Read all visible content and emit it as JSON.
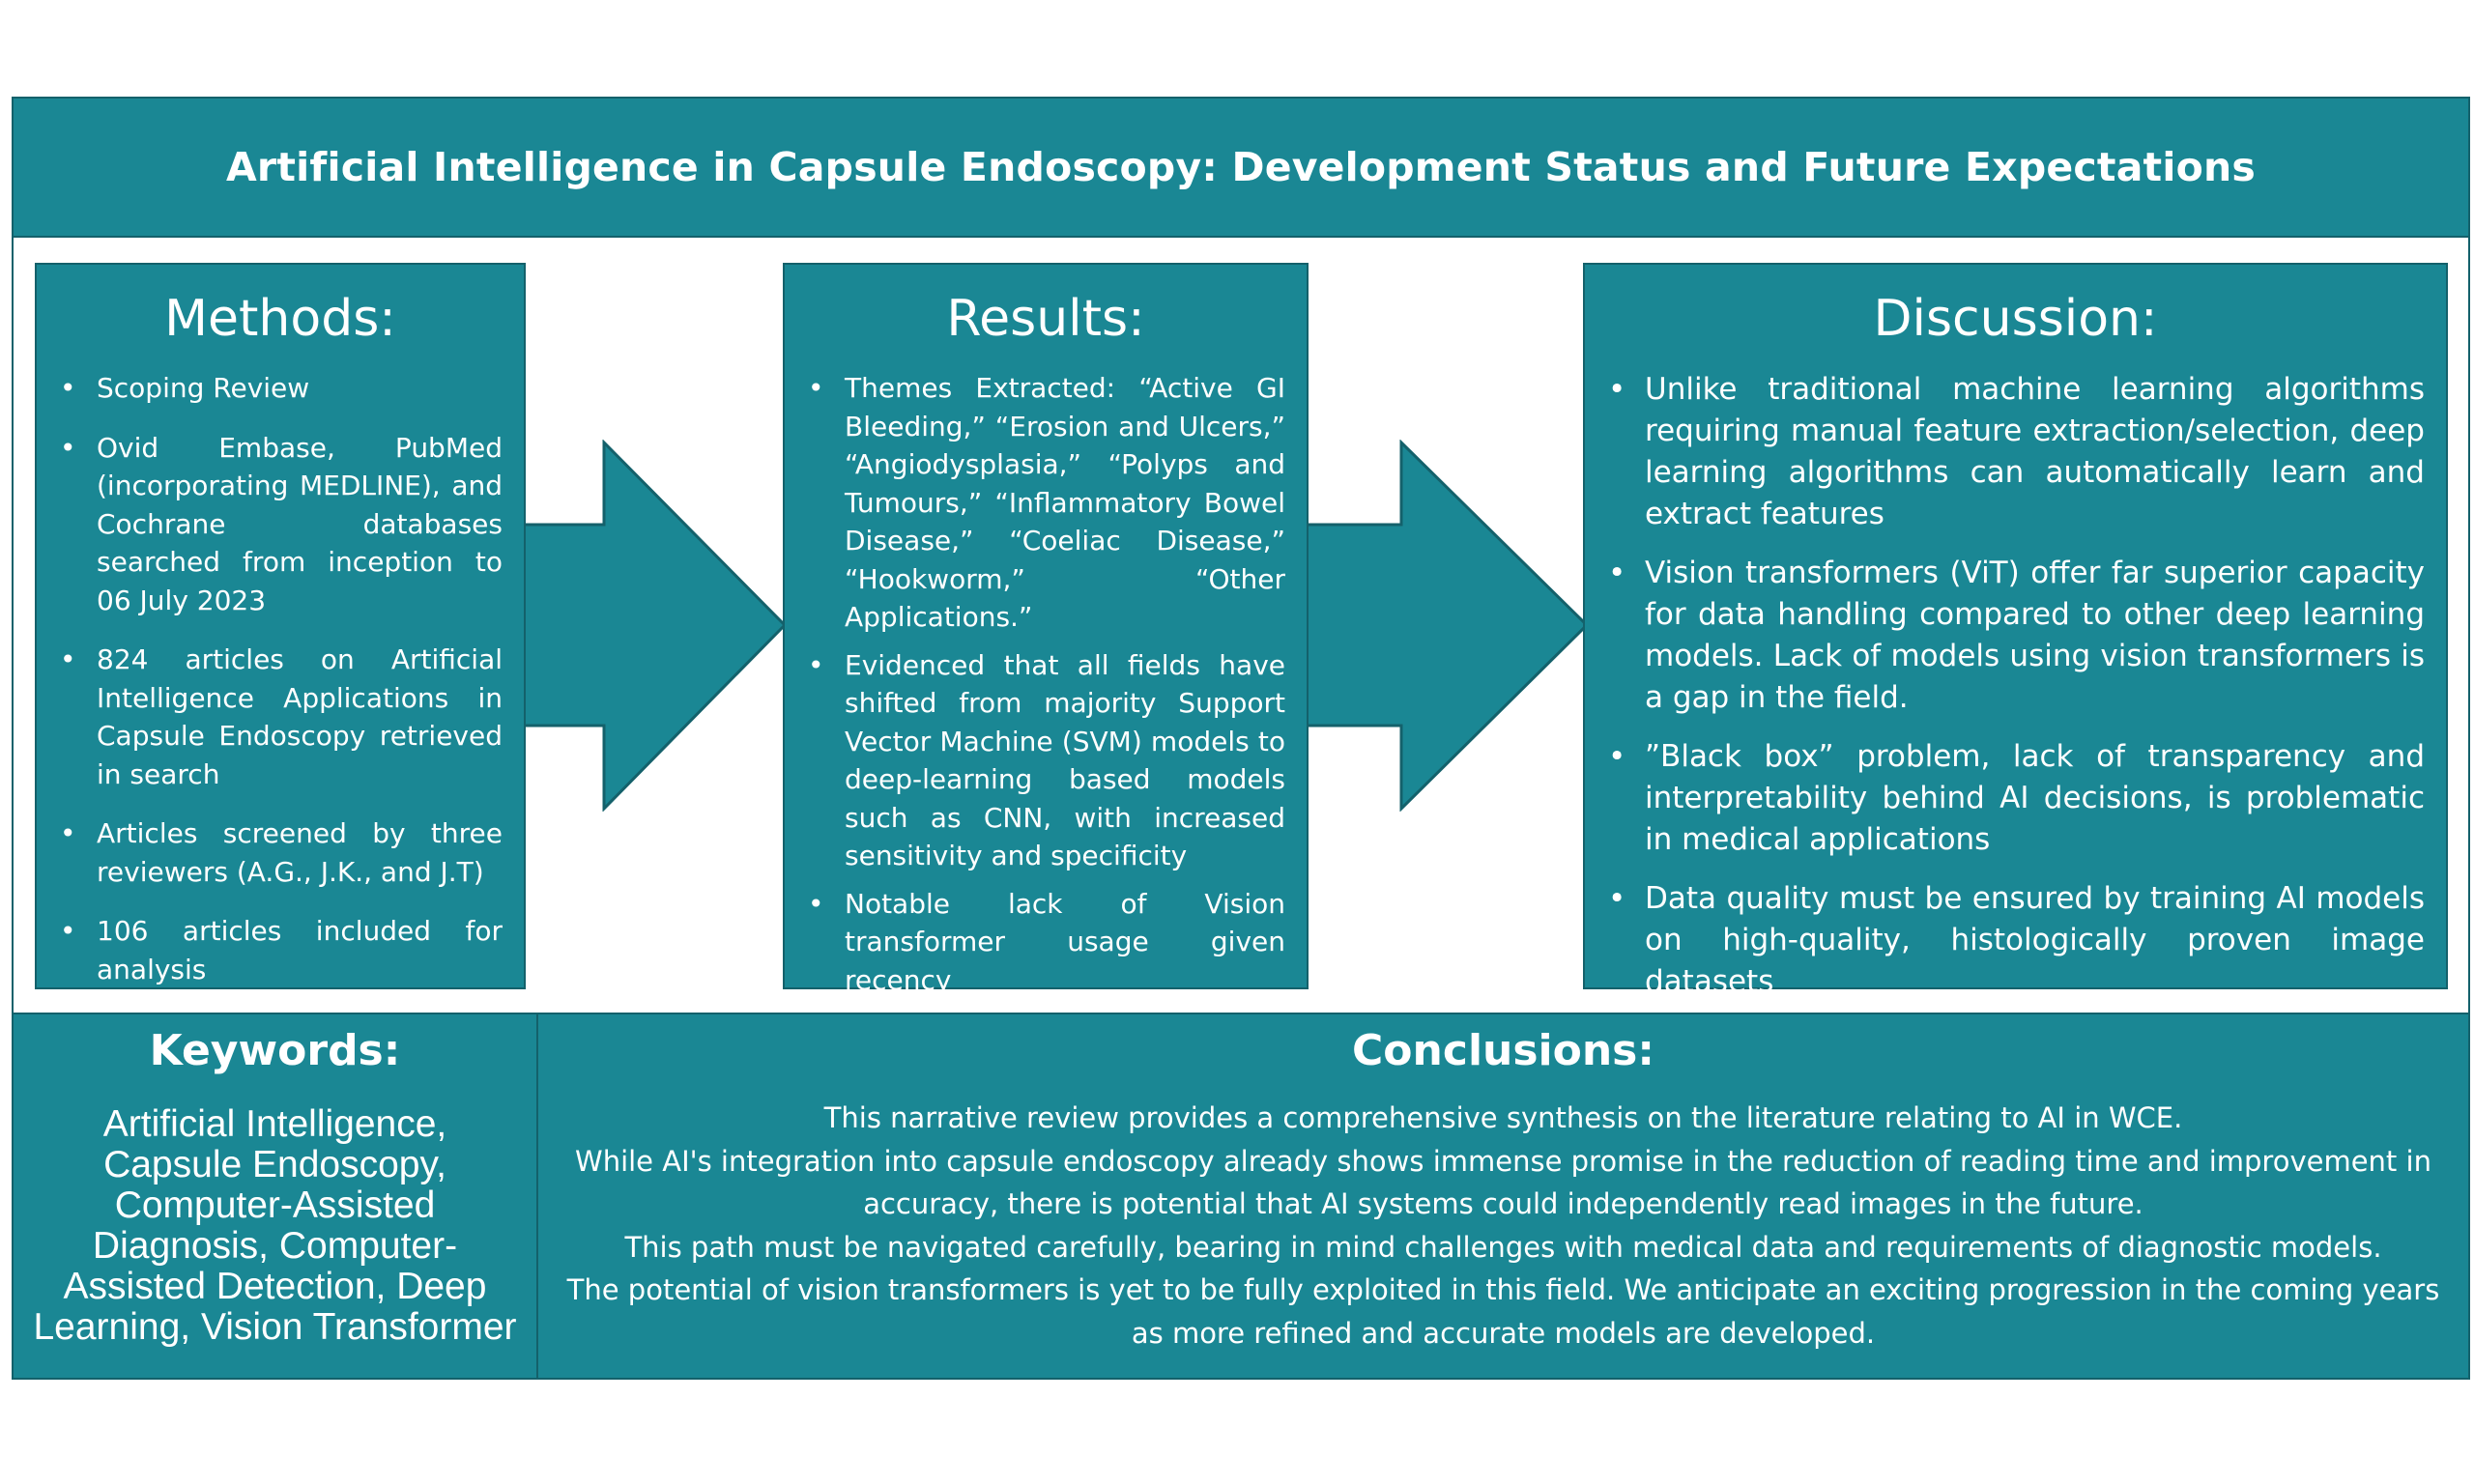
{
  "title": "Artificial Intelligence in Capsule Endoscopy: Development Status and Future Expectations",
  "colors": {
    "teal": "#1a8794",
    "border": "#14616b",
    "text": "#ffffff",
    "background": "#ffffff"
  },
  "methods": {
    "heading": "Methods:",
    "items": [
      "Scoping Review",
      "Ovid Embase, PubMed (incorporating MEDLINE), and Cochrane databases searched from inception to 06 July 2023",
      "824 articles on Artificial Intelligence Applications in Capsule Endoscopy retrieved in search",
      "Articles screened by three reviewers (A.G., J.K., and J.T)",
      "106 articles included for analysis"
    ]
  },
  "results": {
    "heading": "Results:",
    "items": [
      "Themes Extracted: “Active GI Bleeding,” “Erosion and Ulcers,” “Angiodysplasia,” “Polyps and Tumours,” “Inflammatory Bowel Disease,” “Coeliac Disease,” “Hookworm,” “Other Applications.”",
      "Evidenced that all fields have shifted from majority Support Vector Machine (SVM) models to deep-learning based models such as CNN, with increased sensitivity and specificity",
      "Notable lack of Vision transformer usage given recency"
    ]
  },
  "discussion": {
    "heading": "Discussion:",
    "items": [
      "Unlike traditional machine learning algorithms requiring manual feature extraction/selection, deep learning algorithms can automatically learn and extract features",
      "Vision transformers (ViT) offer far superior capacity for data handling compared to other deep learning models. Lack of models using vision transformers is a gap in the field.",
      "”Black box” problem, lack of transparency and interpretability behind AI decisions, is problematic in medical applications",
      "Data quality must be ensured by training AI models on high-quality, histologically proven image datasets"
    ]
  },
  "keywords": {
    "heading": "Keywords:",
    "text": "Artificial Intelligence, Capsule Endoscopy, Computer-Assisted Diagnosis, Computer-Assisted Detection, Deep Learning, Vision Transformer"
  },
  "conclusions": {
    "heading": "Conclusions:",
    "paragraphs": [
      "This narrative review provides a comprehensive synthesis on the literature relating to AI in WCE.",
      "While AI's integration into capsule endoscopy already shows immense promise in the reduction of reading time and improvement in accuracy, there is potential that AI systems could independently read images in the future.",
      "This path must be navigated carefully, bearing in mind challenges with medical data and requirements of diagnostic models.",
      "The potential of vision transformers is yet to be fully exploited in this field. We anticipate an exciting progression in the coming years as more refined and accurate models are developed."
    ]
  }
}
